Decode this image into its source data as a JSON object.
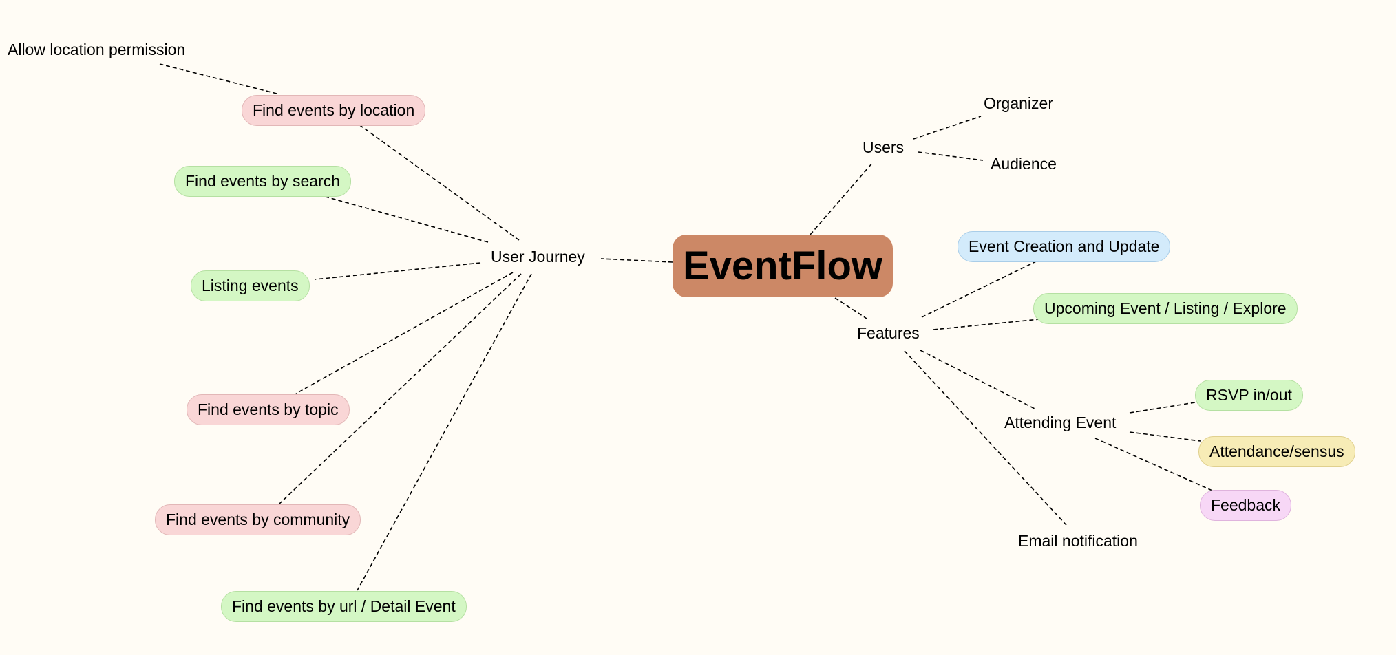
{
  "mindmap": {
    "root": {
      "label": "EventFlow",
      "color": "#cc8866"
    },
    "branches": {
      "user_journey": {
        "label": "User Journey",
        "children": {
          "by_location": {
            "label": "Find events by location",
            "color": "red"
          },
          "allow_location": {
            "label": "Allow location permission"
          },
          "by_search": {
            "label": "Find events by search",
            "color": "green"
          },
          "listing": {
            "label": "Listing events",
            "color": "green"
          },
          "by_topic": {
            "label": "Find events by topic",
            "color": "red"
          },
          "by_community": {
            "label": "Find events by community",
            "color": "red"
          },
          "by_url": {
            "label": "Find events by url / Detail Event",
            "color": "green"
          }
        }
      },
      "users": {
        "label": "Users",
        "children": {
          "organizer": {
            "label": "Organizer"
          },
          "audience": {
            "label": "Audience"
          }
        }
      },
      "features": {
        "label": "Features",
        "children": {
          "event_creation": {
            "label": "Event Creation and Update",
            "color": "blue"
          },
          "upcoming": {
            "label": "Upcoming Event / Listing / Explore",
            "color": "green"
          },
          "attending": {
            "label": "Attending Event",
            "children": {
              "rsvp": {
                "label": "RSVP in/out",
                "color": "green"
              },
              "attendance": {
                "label": "Attendance/sensus",
                "color": "yellow"
              },
              "feedback": {
                "label": "Feedback",
                "color": "purple"
              }
            }
          },
          "email": {
            "label": "Email notification"
          }
        }
      }
    }
  }
}
